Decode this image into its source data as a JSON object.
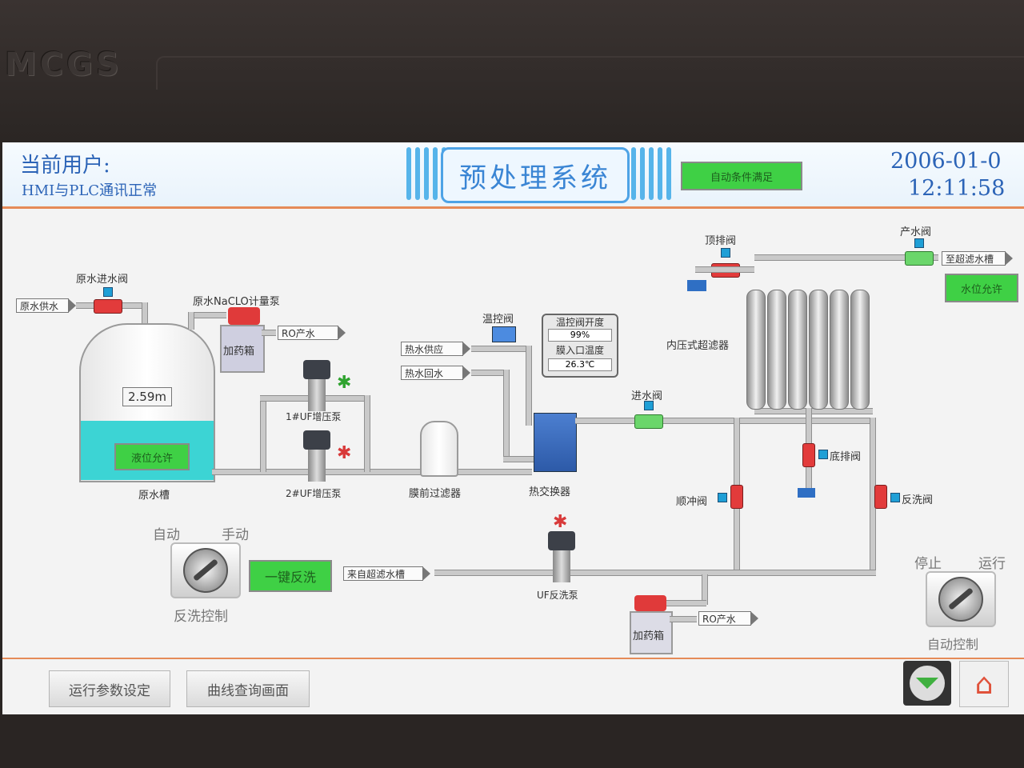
{
  "bezel": {
    "brand": "MCGS"
  },
  "header": {
    "user_label": "当前用户:",
    "comm_status": "HMI与PLC通讯正常",
    "title": "预处理系统",
    "auto_status": "自动条件满足",
    "date": "2006-01-0",
    "time": "12:11:58"
  },
  "process": {
    "raw_supply": "原水供水",
    "raw_inlet_valve": "原水进水阀",
    "dosing_pump_label": "原水NaCLO计量泵",
    "ro_water_1": "RO产水",
    "dosing_tank_1": "加药箱",
    "tank_level": "2.59m",
    "low_level_ok": "液位允许",
    "raw_tank": "原水槽",
    "pump1": "1#UF增压泵",
    "pump2": "2#UF增压泵",
    "prefilter": "膜前过滤器",
    "hot_supply": "热水供应",
    "hot_return": "热水回水",
    "temp_valve": "温控阀",
    "temp_valve_opening_label": "温控阀开度",
    "temp_valve_opening": "99%",
    "inlet_temp_label": "膜入口温度",
    "inlet_temp": "26.3℃",
    "heat_exchanger": "热交换器",
    "inlet_valve": "进水阀",
    "top_drain_valve": "顶排阀",
    "product_valve": "产水阀",
    "to_uf_tank": "至超滤水槽",
    "level_ok": "水位允许",
    "uf_filter": "内压式超滤器",
    "bottom_drain_valve": "底排阀",
    "forward_flush_valve": "顺冲阀",
    "backwash_valve": "反洗阀",
    "from_uf_tank": "来自超滤水槽",
    "backwash_pump": "UF反洗泵",
    "ro_water_2": "RO产水",
    "dosing_tank_2": "加药箱"
  },
  "controls": {
    "auto": "自动",
    "manual": "手动",
    "one_key_backwash": "一键反洗",
    "backwash_control": "反洗控制",
    "stop": "停止",
    "run": "运行",
    "auto_control": "自动控制"
  },
  "footer": {
    "btn_params": "运行参数设定",
    "btn_curves": "曲线查询画面"
  }
}
